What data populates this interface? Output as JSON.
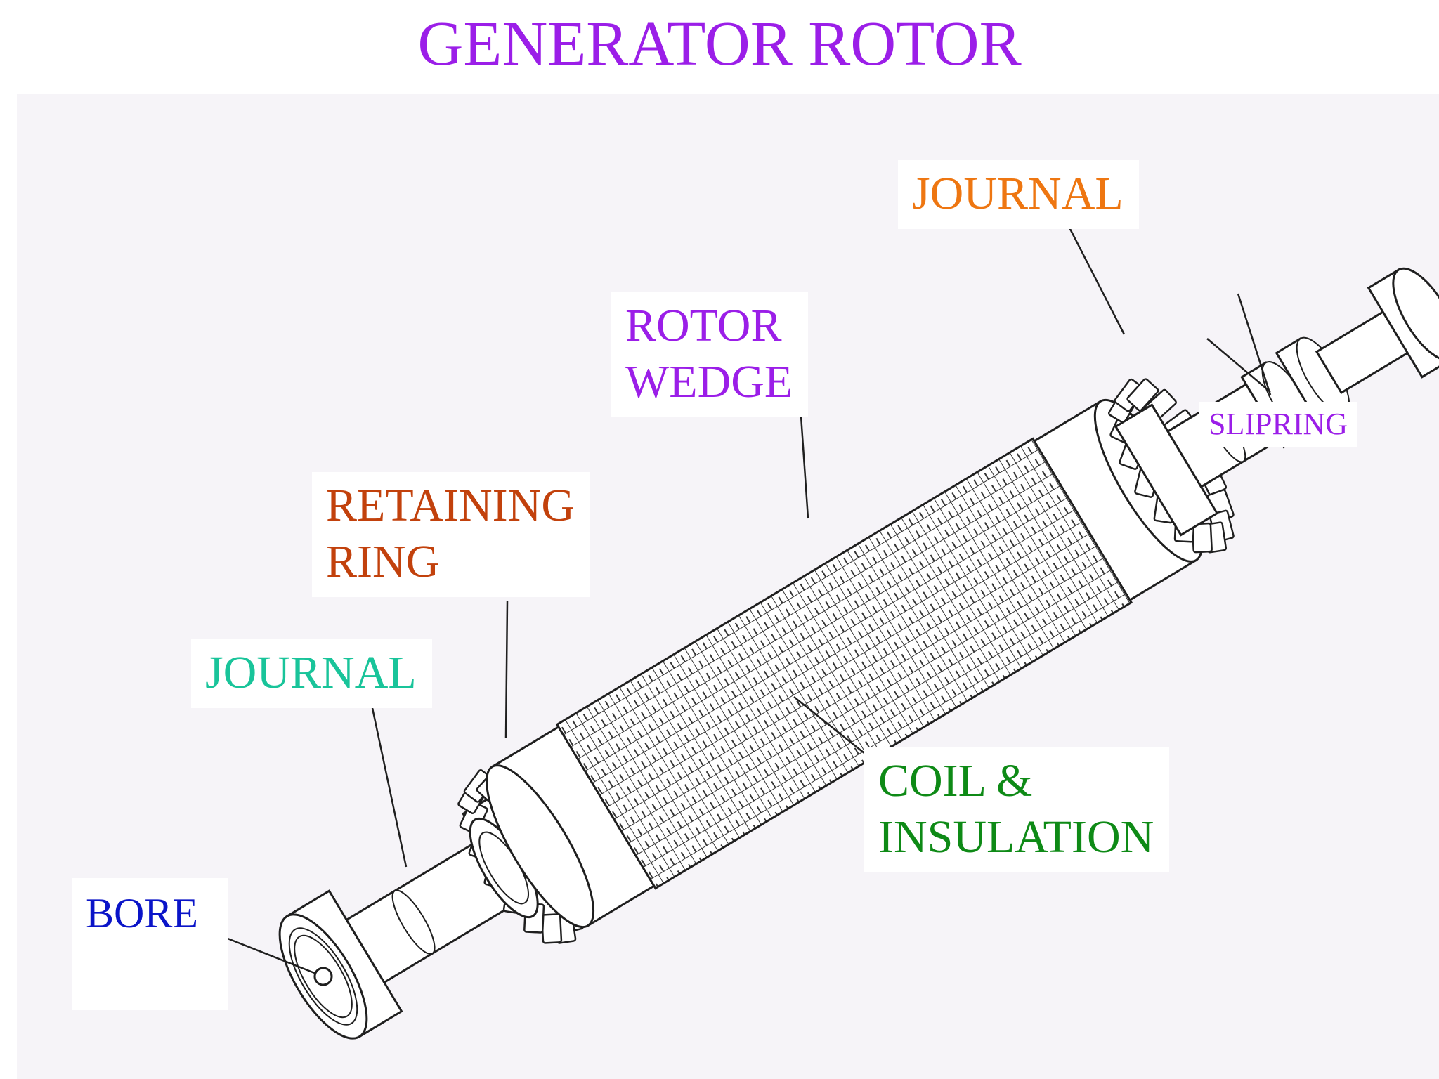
{
  "title": "GENERATOR ROTOR",
  "colors": {
    "title": "#9b1ee8",
    "journal_right": "#ee7611",
    "rotor_wedge": "#9b1ee8",
    "slipring": "#9b1ee8",
    "retaining_ring": "#c2410c",
    "journal_left": "#19c49a",
    "coil_insulation": "#0e8a16",
    "bore": "#0a14c8",
    "drawing": "#1f1f1f",
    "panel": "#f6f4f8"
  },
  "labels": {
    "journal_right": [
      "JOURNAL"
    ],
    "rotor_wedge": [
      "ROTOR",
      "WEDGE"
    ],
    "slipring": [
      "SLIPRING"
    ],
    "retaining_ring": [
      "RETAINING",
      "RING"
    ],
    "journal_left": [
      "JOURNAL"
    ],
    "coil_insulation": [
      "COIL &",
      "INSULATION"
    ],
    "bore": [
      "BORE"
    ]
  }
}
